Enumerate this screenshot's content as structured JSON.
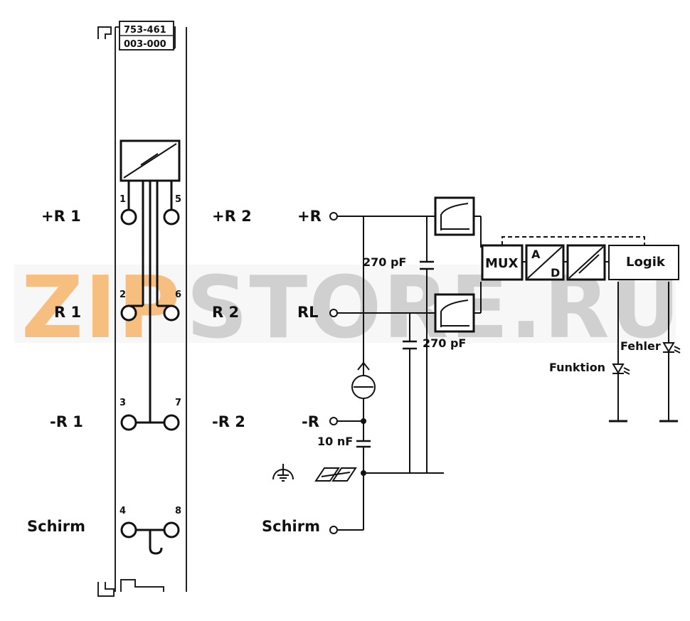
{
  "module": {
    "part_line1": "753-461",
    "part_line2": "003-000"
  },
  "terminals": {
    "left": [
      "+R 1",
      "R 1",
      "-R 1",
      "Schirm"
    ],
    "right": [
      "+R 2",
      "R 2",
      "-R 2"
    ],
    "pins": [
      "1",
      "5",
      "2",
      "6",
      "3",
      "7",
      "4",
      "8"
    ]
  },
  "schematic": {
    "inputs": [
      "+R",
      "RL",
      "-R",
      "Schirm"
    ],
    "cap_top": "270 pF",
    "cap_mid": "270 pF",
    "cap_low": "10 nF",
    "mux": "MUX",
    "adc_a": "A",
    "adc_d": "D",
    "logic": "Logik",
    "led_error": "Fehler",
    "led_function": "Funktion"
  },
  "watermark": {
    "part1": "ZIP",
    "part2": "STORE.RU",
    "color1": "#f5b56a",
    "color2": "#c8c8c8"
  },
  "colors": {
    "line": "#111111",
    "background": "#ffffff"
  }
}
